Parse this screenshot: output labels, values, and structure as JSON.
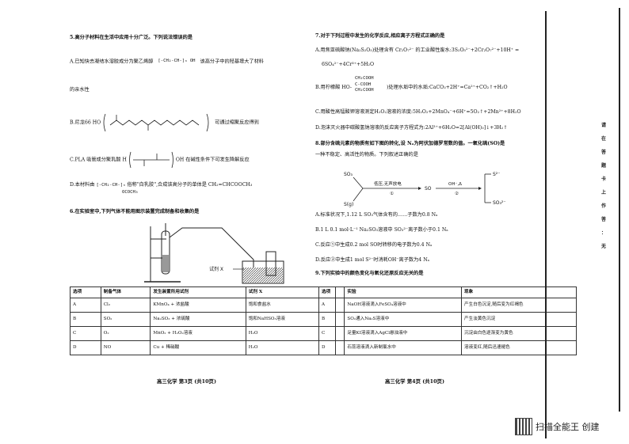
{
  "left": {
    "q5": {
      "stem": "5.高分子材料在生活中应用十分广泛。下列说法错误的是",
      "a_pre": "A.已知快去凝结水溶胶成分为聚乙烯醇",
      "a_struct": "[-CH₂-CH-]ₙ  OH",
      "a_post": "该高分子中的羟基增大了材料",
      "a_cont": "的亲水性",
      "b_pre": "B.尼龙66 HO",
      "b_post": "可通过缩聚反应得到",
      "c_pre": "C.PLA 吸管成分聚乳酸 H",
      "c_post": "OH 在碱性条件下可发生降解反应",
      "d_pre": "D.本材料由",
      "d_post": "俗称\"白乳胶\",合成该高分子的单体是 CH₂=CHCOOCH₃",
      "d_sub": "OCOCH₃"
    },
    "q6": {
      "stem": "6.在实验室中,下列气体不能用图示装置完成制备和收集的是",
      "label_x": "试剂 X"
    },
    "table6": {
      "headers": [
        "选项",
        "制备气体",
        "发生装置所用试剂",
        "试剂 X"
      ],
      "rows": [
        [
          "A",
          "Cl₂",
          "KMnO₄ + 浓盐酸",
          "饱和食盐水"
        ],
        [
          "B",
          "SO₂",
          "Na₂SO₃ + 浓硫酸",
          "饱和NaHSO₃溶液"
        ],
        [
          "C",
          "O₂",
          "MnO₂ + H₂O₂溶液",
          "H₂O"
        ],
        [
          "D",
          "NO",
          "Cu + 稀硝酸",
          "H₂O"
        ]
      ]
    },
    "footer": "高三化学  第3页 (共10页)"
  },
  "right": {
    "q7": {
      "stem": "7.对于下列过程中发生的化学反应,相应离子方程式正确的是",
      "a": "A.用焦亚硫酸钠(Na₂S₂O₅)处理含有 Cr₂O₇²⁻ 的工业酸性废水:3S₂O₅²⁻+2Cr₂O₇²⁻+10H⁺ =",
      "a2": "6SO₄²⁻+4Cr³⁺+5H₂O",
      "b_pre": "B.用柠檬酸 HO-",
      "b_post": ")处理水垢中的水垢:CaCO₃+2H⁺=Ca²⁺+CO₂↑+H₂O",
      "b_struct": [
        "CH₂COOH",
        "C-COOH",
        "CH₂COOH"
      ],
      "c": "C.用酸性高锰酸钾溶液测定H₂O₂溶液的浓度:5H₂O₂+2MnO₄⁻+6H⁺=5O₂↑+2Mn²⁺+8H₂O",
      "d": "D.泡沫灭火器中碳酸氢钠溶液的反应离子方程式为:2Al³⁺+6H₂O=2[Al(OH)₃]↓+3H₂↑"
    },
    "q8": {
      "stem": "8.部分含硫元素的物质有如下图的转化,设 Nₐ为阿伏加德罗常数的值。一氧化硫(SO)是",
      "stem2": "一种不稳定、高活性的物质。下列叙述正确的是",
      "d_so3": "SO₃",
      "d_s8": "S(g)",
      "d_arrow1": "低压,无声放电",
      "d_so": "SO",
      "d_arrow2": "OH⁻,Δ",
      "d_s2": "S²⁻",
      "d_so32": "SO₃²⁻",
      "d_num1": "①",
      "d_num2": "②",
      "a": "A.标准状况下,1.12 L SO₃气体含有的……子数为0.8 Nₐ",
      "b": "B.1 L 0.1 mol·L⁻¹ Na₂SO₃溶液中 SO₃²⁻离子数小于0.1 Nₐ",
      "c": "C.反应①中生成0.2 mol SO时转移的电子数为0.4 Nₐ",
      "d": "D.反应②中生成1 mol S²⁻时消耗OH⁻离子数为4 Nₐ"
    },
    "q9": {
      "stem": "9.下列实验中的颜色变化与氧化还原反应无关的是"
    },
    "table9": {
      "headers": [
        "选项",
        "实验",
        "现象"
      ],
      "rows": [
        [
          "A",
          "NaOH溶液滴入FeSO₄溶液中",
          "产生白色沉淀,随后变为红褐色"
        ],
        [
          "B",
          "SO₂通入Na₂S溶液中",
          "产生淡黄色沉淀"
        ],
        [
          "C",
          "足量KI溶液滴入AgCl悬浊液中",
          "沉淀由白色逐渐变为黄色"
        ],
        [
          "D",
          "石蕊溶液滴入新制氯水中",
          "溶液变红,随后迅速褪色"
        ]
      ]
    },
    "footer": "高三化学  第4页 (共10页)"
  },
  "side": {
    "chars": [
      "请",
      "在",
      "答",
      "题",
      "卡",
      "上",
      "作",
      "答",
      "：",
      "无"
    ]
  },
  "brand": {
    "qr_icon": "qr-code-icon",
    "text": "扫描全能王  创建"
  }
}
